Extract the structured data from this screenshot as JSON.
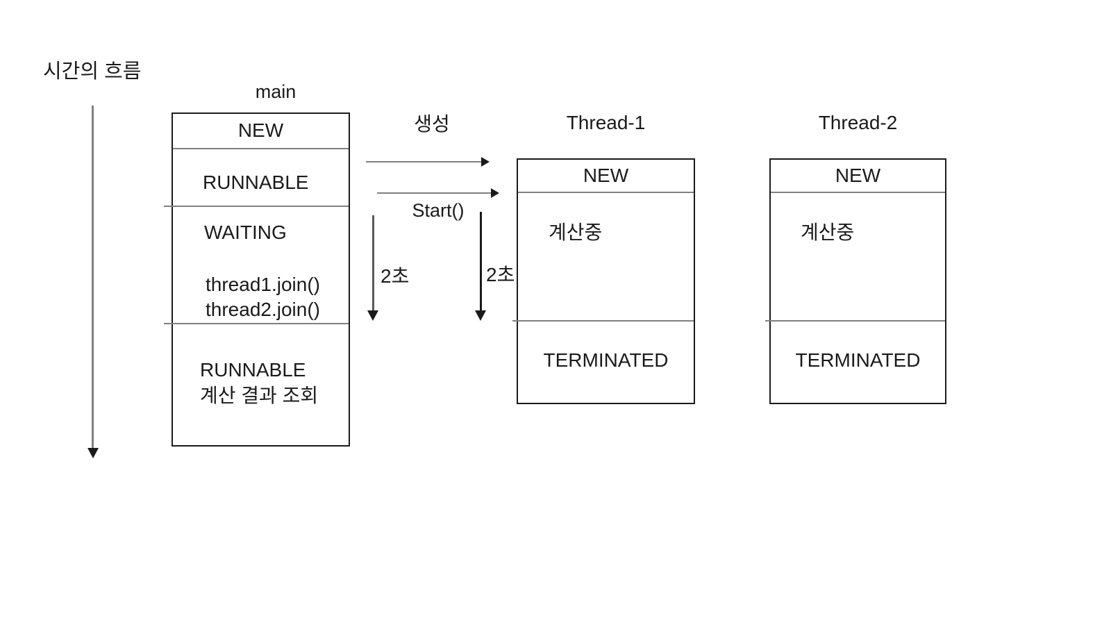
{
  "colors": {
    "ink": "#1a1a1a",
    "line_gray": "#808080",
    "line_dark_gray": "#595959",
    "background": "#ffffff"
  },
  "time_flow": {
    "label": "시간의 흐름"
  },
  "arrow_labels": {
    "creation": "생성",
    "start_call": "Start()",
    "delay_left": "2초",
    "delay_right": "2초"
  },
  "main_column": {
    "title": "main",
    "sections": {
      "new": "NEW",
      "runnable": "RUNNABLE",
      "waiting": "WAITING",
      "join_calls": [
        "thread1.join()",
        "thread2.join()"
      ],
      "final_state": "RUNNABLE",
      "final_note": "계산 결과 조회"
    }
  },
  "thread1": {
    "title": "Thread-1",
    "sections": {
      "new": "NEW",
      "working": "계산중",
      "terminated": "TERMINATED"
    }
  },
  "thread2": {
    "title": "Thread-2",
    "sections": {
      "new": "NEW",
      "working": "계산중",
      "terminated": "TERMINATED"
    }
  }
}
